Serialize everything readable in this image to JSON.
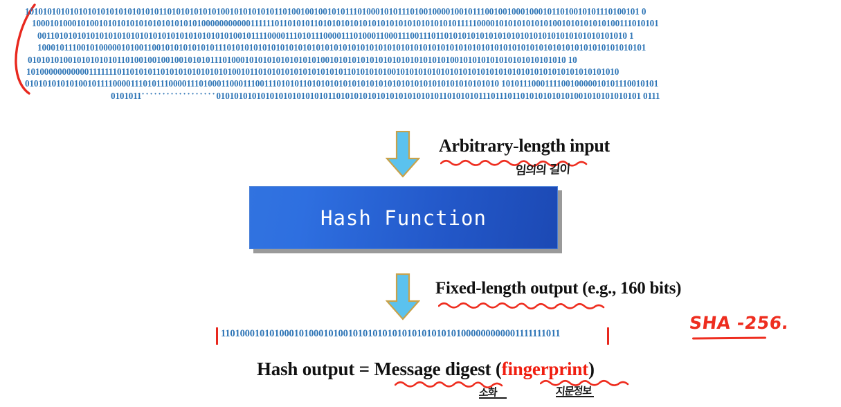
{
  "slide": {
    "title": "Hash Function Diagram",
    "colors": {
      "binary_blue": "#2E75B6",
      "annotation_red": "#EE2D1F",
      "arrow_fill": "#5BC2EE",
      "arrow_border": "#C8A24A",
      "box_blue_light": "#3173E0",
      "box_blue_dark": "#1C49B4",
      "fingerprint_red": "#F01E10"
    }
  },
  "input_block": {
    "bracket_icon": "red-open-paren-icon",
    "lines": [
      "1010101010101010101010101010101101010101010100101010101011010010010010101110100010101110100100001001011100100100010001011010010101110100101 0",
      "1000101000101001010101010101010101010100000000000111111011010101101010101010101010101010101010101111100001010101010101001010101010100111010101",
      "00110101010101010101010101010101010101010101001011110000111010111000011101000110001110011101101010101010101010101010101010101010101010 1",
      "10001011100101000001010011001010101010101110101010101010101010101010101010101010101010101010101010101010101010101010101010101010101010101",
      "0101010100101010101011010010010010010101011101000101010101010101010010101010101010101010101010100101010101010101010101010 10",
      "10100000000000111111101101010110101010101010101001011010101010101010101011010101010010101010101010101010101010101010101010101010101010",
      "010101010101001011110000111010111000011101000110001110011101010110101010101010101010101010101010101010101010 101011100011110010000010101110010101"
    ],
    "last_line_prefix": "0101011",
    "last_line_ellipsis": "··················",
    "last_line_suffix": "010101010101010101010101011010101010101010101010101101010101110111011010101010101001010101010101 0111"
  },
  "flow": {
    "input_arrow": {
      "icon": "down-arrow-icon"
    },
    "input_label": "Arbitrary-length input",
    "input_annotation": "임의의 길이",
    "hash_box_label": "Hash Function",
    "output_arrow": {
      "icon": "down-arrow-icon"
    },
    "output_label": "Fixed-length output (e.g., 160 bits)"
  },
  "digest": {
    "bits": "1101000101010001010001010010101010101010101010101000000000001111111011",
    "left_bracket": "red-bar-icon",
    "right_bracket": "red-bar-icon"
  },
  "annotations": {
    "sha_note": "SHA -256.",
    "digest_korean": "소화",
    "fingerprint_korean": "지문정보"
  },
  "caption": {
    "prefix": "Hash output = Message digest (",
    "highlight": "fingerprint",
    "suffix": ")"
  }
}
